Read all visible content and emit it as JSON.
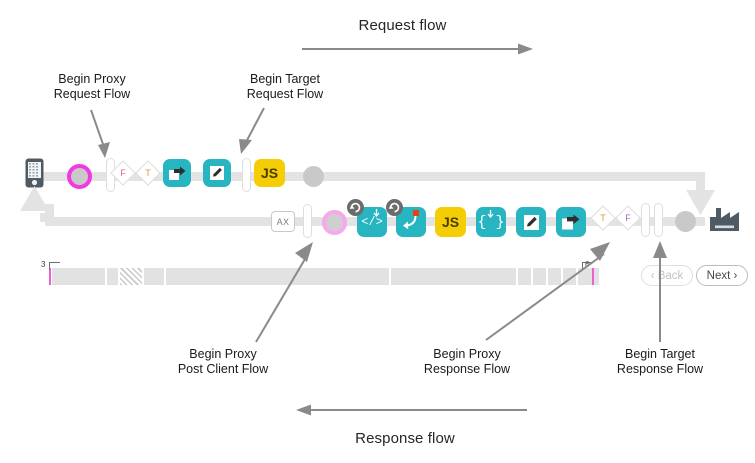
{
  "diagram": {
    "title_top": "Request flow",
    "title_bottom": "Response flow"
  },
  "annotations": [
    {
      "id": "begin-proxy-request-flow",
      "line1": "Begin Proxy",
      "line2": "Request Flow"
    },
    {
      "id": "begin-target-request-flow",
      "line1": "Begin Target",
      "line2": "Request Flow"
    },
    {
      "id": "begin-proxy-post-client-flow",
      "line1": "Begin Proxy",
      "line2": "Post Client Flow"
    },
    {
      "id": "begin-proxy-response-flow",
      "line1": "Begin Proxy",
      "line2": "Response Flow"
    },
    {
      "id": "begin-target-response-flow",
      "line1": "Begin Target",
      "line2": "Response Flow"
    }
  ],
  "top_row": {
    "endpoint_icon": "mobile-device-icon",
    "nodes": [
      {
        "type": "circle",
        "name": "proxy-request-start-circle",
        "style": "magenta"
      },
      {
        "type": "pill",
        "name": "flow-separator-pill"
      },
      {
        "type": "diamond",
        "name": "condition-diamond-f",
        "label": "F",
        "label_color": "#e060a8"
      },
      {
        "type": "diamond",
        "name": "condition-diamond-t",
        "label": "T",
        "label_color": "#d79a3c"
      },
      {
        "type": "policy",
        "name": "assign-message-policy",
        "color": "teal",
        "glyph": "assign-arrow-icon"
      },
      {
        "type": "policy",
        "name": "edit-policy",
        "color": "teal",
        "glyph": "pencil-icon"
      },
      {
        "type": "pill",
        "name": "flow-separator-pill"
      },
      {
        "type": "policy",
        "name": "javascript-policy",
        "color": "yellow",
        "glyph": "JS"
      },
      {
        "type": "circle",
        "name": "flow-end-circle",
        "style": "grey"
      }
    ]
  },
  "bottom_row": {
    "endpoint_icon": "target-factory-icon",
    "nodes": [
      {
        "type": "axbox",
        "name": "ax-box",
        "label": "AX"
      },
      {
        "type": "pill",
        "name": "flow-separator-pill"
      },
      {
        "type": "circle",
        "name": "post-client-flow-circle",
        "style": "magenta-soft"
      },
      {
        "type": "policy",
        "name": "xml-policy",
        "color": "teal",
        "glyph": "</>",
        "badge": "retry-badge"
      },
      {
        "type": "policy",
        "name": "raise-fault-policy",
        "color": "teal",
        "glyph": "curved-arrow-icon",
        "badge": "retry-badge"
      },
      {
        "type": "policy",
        "name": "javascript-policy",
        "color": "yellow",
        "glyph": "JS"
      },
      {
        "type": "policy",
        "name": "json-policy",
        "color": "teal",
        "glyph": "{}"
      },
      {
        "type": "policy",
        "name": "edit-policy",
        "color": "teal",
        "glyph": "pencil-icon"
      },
      {
        "type": "policy",
        "name": "assign-message-policy",
        "color": "teal",
        "glyph": "assign-arrow-icon"
      },
      {
        "type": "diamond",
        "name": "condition-diamond-t",
        "label": "T",
        "label_color": "#d79a3c"
      },
      {
        "type": "diamond",
        "name": "condition-diamond-f",
        "label": "F",
        "label_color": "#9a6fb0"
      },
      {
        "type": "pill",
        "name": "flow-separator-pill"
      },
      {
        "type": "pill",
        "name": "flow-separator-pill"
      },
      {
        "type": "circle",
        "name": "flow-end-circle",
        "style": "grey"
      }
    ]
  },
  "timeline": {
    "left_tick_label": "3",
    "right_tick_label": "6"
  },
  "pager": {
    "back_label": "‹ Back",
    "next_label": "Next ›",
    "back_disabled": true
  },
  "colors": {
    "teal": "#27b5c1",
    "yellow": "#f4cd04",
    "rail": "#e3e3e3",
    "magenta": "#f13ae0",
    "magenta_soft": "#f7a8ec",
    "arrow_grey": "#8a8a8a",
    "endpoint_dark": "#4e5a64"
  }
}
